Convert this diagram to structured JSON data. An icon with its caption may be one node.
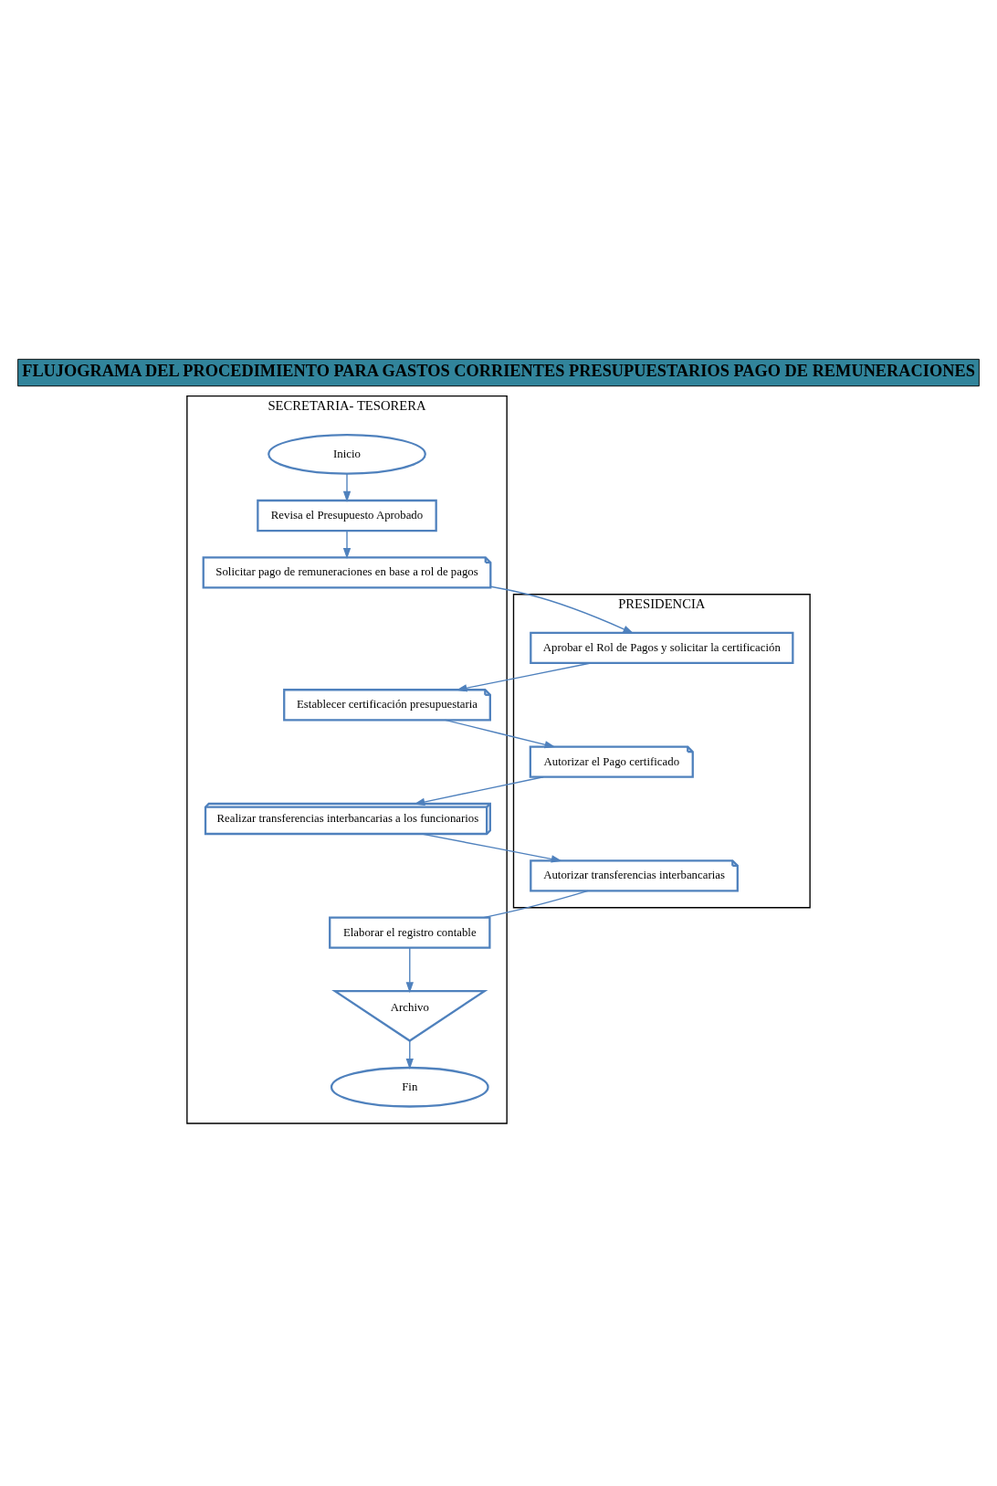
{
  "diagram": {
    "title": "FLUJOGRAMA DEL PROCEDIMIENTO PARA GASTOS CORRIENTES PRESUPUESTARIOS PAGO DE REMUNERACIONES",
    "nodes": [
      {
        "text": [
          "SECRETARIA- TESORERA"
        ]
      },
      {
        "text": [
          "PRESIDENCIA"
        ]
      },
      {
        "text": [
          "Inicio"
        ],
        "in": 0
      },
      {
        "text": [
          "Revisa el Presupuesto Aprobado"
        ],
        "in": 0
      },
      {
        "text": [
          "Solicitar pago de remuneraciones en base a rol de pagos"
        ],
        "in": 0
      },
      {
        "text": [
          "Aprobar el Rol de Pagos y solicitar la certificación"
        ],
        "in": 1
      },
      {
        "text": [
          "Establecer certificación presupuestaria"
        ],
        "in": 0
      },
      {
        "text": [
          "Autorizar el Pago certificado"
        ],
        "in": 1
      },
      {
        "text": [
          "Realizar transferencias interbancarias a los funcionarios"
        ],
        "in": 0
      },
      {
        "text": [
          "Autorizar transferencias interbancarias"
        ],
        "in": 1
      },
      {
        "text": [
          "Elaborar el registro contable"
        ],
        "in": 0
      },
      {
        "text": [
          "Archivo"
        ],
        "in": 0
      },
      {
        "text": [
          "Fin"
        ],
        "in": 0
      }
    ],
    "edges": [
      {
        "from": 2,
        "to": 3,
        "arrow": "to"
      },
      {
        "from": 3,
        "to": 4,
        "arrow": "to"
      },
      {
        "from": 4,
        "to": 5,
        "arrow": "to"
      },
      {
        "from": 5,
        "to": 6,
        "arrow": "to"
      },
      {
        "from": 6,
        "to": 7,
        "arrow": "to"
      },
      {
        "from": 7,
        "to": 8,
        "arrow": "to"
      },
      {
        "from": 8,
        "to": 9,
        "arrow": "to"
      },
      {
        "from": 9,
        "to": 10,
        "arrow": "none"
      },
      {
        "from": 10,
        "to": 11,
        "arrow": "to"
      },
      {
        "from": 11,
        "to": 12,
        "arrow": "to"
      }
    ]
  }
}
